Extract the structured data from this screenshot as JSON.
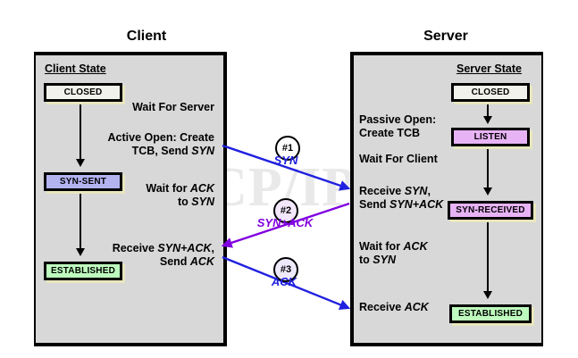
{
  "diagram": {
    "watermark": "The TCP/IP Guide",
    "client": {
      "title": "Client",
      "state_heading": "Client State",
      "states": [
        {
          "label": "CLOSED",
          "color": "#f2f2ec"
        },
        {
          "label": "SYN-SENT",
          "color": "#b3b3f0"
        },
        {
          "label": "ESTABLISHED",
          "color": "#befbbe"
        }
      ],
      "steps": [
        "Wait For Server",
        "Active Open: Create\nTCB, Send SYN",
        "Wait for ACK\nto SYN",
        "Receive SYN+ACK,\nSend ACK"
      ]
    },
    "server": {
      "title": "Server",
      "state_heading": "Server State",
      "states": [
        {
          "label": "CLOSED",
          "color": "#f2f2ec"
        },
        {
          "label": "LISTEN",
          "color": "#e8b3f5"
        },
        {
          "label": "SYN-RECEIVED",
          "color": "#e8b3f5"
        },
        {
          "label": "ESTABLISHED",
          "color": "#befbbe"
        }
      ],
      "steps": [
        "Passive Open:\nCreate TCB",
        "Wait For Client",
        "Receive SYN,\nSend SYN+ACK",
        "Wait for ACK\nto SYN",
        "Receive ACK"
      ]
    },
    "messages": [
      {
        "badge": "#1",
        "label": "SYN",
        "color": "#2020e0",
        "badge_fill": "#ffffff",
        "direction": "client-to-server"
      },
      {
        "badge": "#2",
        "label": "SYN+ACK",
        "color": "#8000e0",
        "badge_fill": "#f3e8fb",
        "direction": "server-to-client"
      },
      {
        "badge": "#3",
        "label": "ACK",
        "color": "#2020e0",
        "badge_fill": "#eeeafb",
        "direction": "client-to-server"
      }
    ],
    "colors": {
      "panel_fill": "#d8d8d8",
      "box_shadow": "#e8e6bd",
      "blue_arrow": "#2020e0",
      "purple_arrow": "#8000e0",
      "watermark": "#e9e9e9"
    }
  }
}
